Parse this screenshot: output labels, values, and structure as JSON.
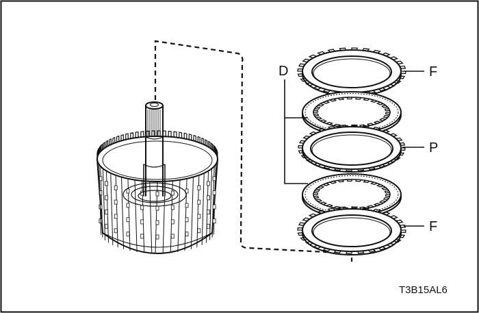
{
  "labels": {
    "discs": "D",
    "flange_top": "F",
    "plates": "P",
    "flange_bottom": "F"
  },
  "figure_code": "T3B15AL6",
  "colors": {
    "ink": "#111111",
    "background": "#ffffff"
  }
}
